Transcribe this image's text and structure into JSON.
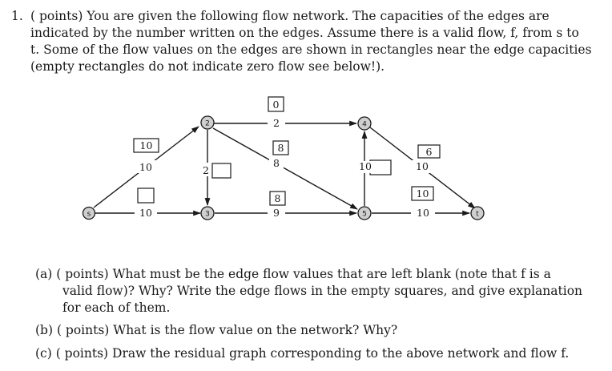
{
  "question": {
    "number": "1.",
    "lines": [
      "( points) You are given the following flow network.  The capacities of the edges are",
      "indicated by the number written on the edges.  Assume there is a valid flow, f, from s to",
      "t. Some of the flow values on the edges are shown in rectangles near the edge capacities",
      "(empty rectangles do not indicate zero flow see below!)."
    ]
  },
  "graph": {
    "nodes": {
      "s": "s",
      "n2": "2",
      "n3": "3",
      "n4": "4",
      "n5": "5",
      "t": "t"
    },
    "edges": {
      "s_2": {
        "capacity": "10",
        "flow": "10"
      },
      "s_3": {
        "capacity": "10",
        "flow": ""
      },
      "e2_3": {
        "capacity": "2",
        "flow": ""
      },
      "e2_4": {
        "capacity": "2",
        "flow": "0"
      },
      "e2_5": {
        "capacity": "8",
        "flow": "8"
      },
      "e3_5": {
        "capacity": "9",
        "flow": "8"
      },
      "e5_4": {
        "capacity": "10",
        "flow": ""
      },
      "e4_t": {
        "capacity": "10",
        "flow": "6"
      },
      "e5_t": {
        "capacity": "10",
        "flow": "10"
      }
    }
  },
  "parts": {
    "a": [
      "(a)  ( points)  What must be the edge flow values that are left blank (note that f is a",
      "valid flow)? Why? Write the edge flows in the empty squares, and give explanation",
      "for each of them."
    ],
    "b": "(b)  ( points)  What is the flow value on the network? Why?",
    "c": "(c)  ( points)  Draw the residual graph corresponding to the above network and flow f."
  }
}
